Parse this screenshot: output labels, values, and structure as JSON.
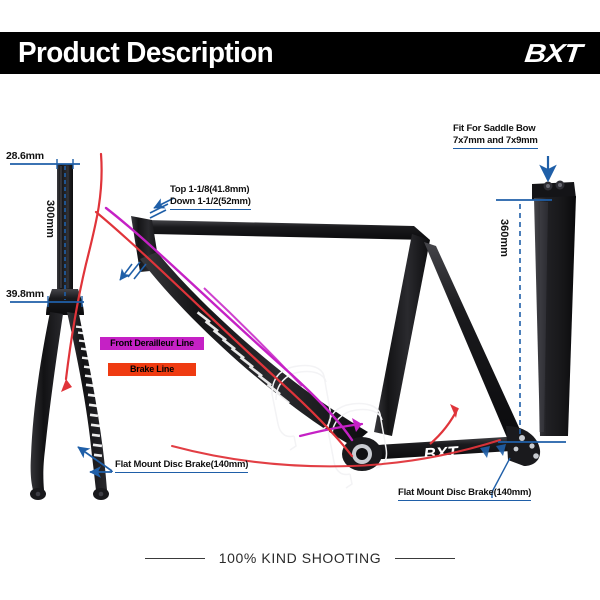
{
  "header": {
    "title": "Product Description",
    "brand": "BXT",
    "background_color": "#000000",
    "text_color": "#ffffff"
  },
  "fork": {
    "steerer_top_diameter": "28.6mm",
    "steerer_length": "300mm",
    "crown_diameter": "39.8mm",
    "disc_brake_label": "Flat Mount Disc Brake(140mm)"
  },
  "frame": {
    "head_tube_top": "Top 1-1/8(41.8mm)",
    "head_tube_down": "Down 1-1/2(52mm)",
    "disc_brake_label": "Flat Mount Disc Brake(140mm)",
    "decal": "BXT"
  },
  "seatpost": {
    "saddle_bow_line1": "Fit For Saddle Bow",
    "saddle_bow_line2": "7x7mm and 7x9mm",
    "length": "360mm"
  },
  "legend": {
    "items": [
      {
        "label": "Front Derailleur Line",
        "color": "#c521c5"
      },
      {
        "label": "Brake Line",
        "color": "#ef3b11"
      }
    ]
  },
  "footer": {
    "text": "100% KIND SHOOTING"
  },
  "colors": {
    "dimension_blue": "#1f5fa8",
    "arrow_blue": "#1f5fa8",
    "derailleur_magenta": "#c521c5",
    "brake_red": "#e0343a",
    "frame_black": "#1b1b1d",
    "background": "#ffffff"
  }
}
